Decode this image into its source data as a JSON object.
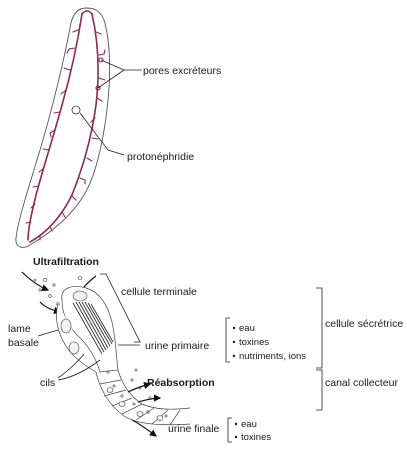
{
  "colors": {
    "vessel": "#8b2a52",
    "outline": "#555555",
    "text": "#1a1a1a"
  },
  "labels": {
    "pores": "pores excréteurs",
    "protonephridie": "protonéphridie",
    "ultrafiltration": "Ultrafiltration",
    "cellule_terminale": "cellule terminale",
    "lame_basale_line1": "lame",
    "lame_basale_line2": "basale",
    "cils": "cils",
    "urine_primaire": "urine primaire",
    "reabsorption": "Réabsorption",
    "urine_finale": "urine finale",
    "cellule_secretrice": "cellule sécrétrice",
    "canal_collecteur": "canal collecteur"
  },
  "urine_primaire_items": [
    "eau",
    "toxines",
    "nutriments, ions"
  ],
  "urine_finale_items": [
    "eau",
    "toxines"
  ]
}
